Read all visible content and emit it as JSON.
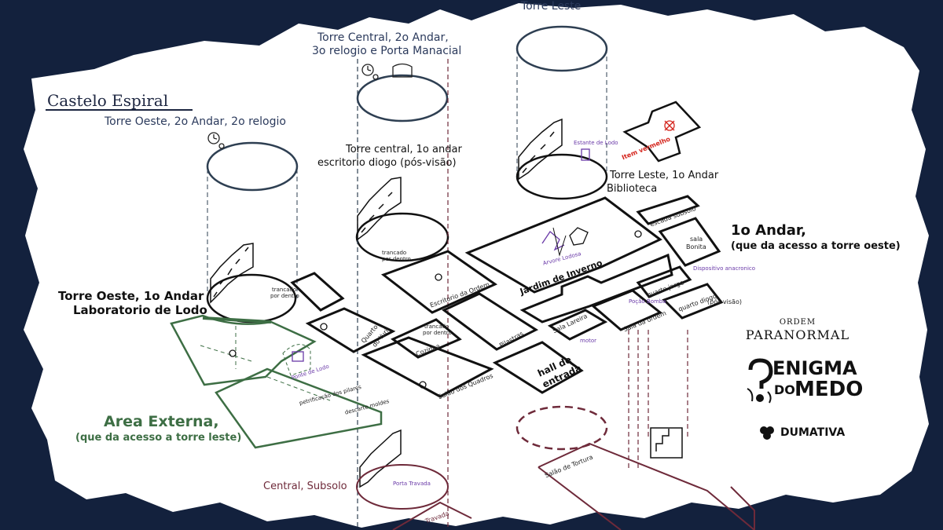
{
  "map_title": "Castelo Espiral",
  "towers": {
    "oeste_2": "Torre Oeste, 2o Andar, 2o relogio",
    "central_2_line1": "Torre Central, 2o Andar,",
    "central_2_line2": "3o relogio e Porta Manacial",
    "leste_top": "Torre Leste",
    "central_1_line1": "Torre central, 1o andar",
    "central_1_line2": "escritorio diogo (pós-visão)",
    "leste_1_line1": "Torre Leste, 1o Andar",
    "leste_1_line2": "Biblioteca",
    "oeste_1_line1": "Torre Oeste, 1o Andar",
    "oeste_1_line2": "Laboratorio de Lodo",
    "central_subsolo": "Central, Subsolo"
  },
  "floor": {
    "title": "1o Andar,",
    "subtitle": "(que da acesso a torre oeste)"
  },
  "external": {
    "title": "Area Externa,",
    "subtitle": "(que da acesso a torre leste)"
  },
  "rooms": {
    "trancado1_a": "trancado",
    "trancado1_b": "por dentro",
    "trancado2_a": "trancado",
    "trancado2_b": "por dentro",
    "trancado3_a": "trancado",
    "trancado3_b": "por dentro",
    "estante": "Estante de Lodo",
    "item_vermelho": "Item vermelho",
    "escada_subsolo": "escada subsolo",
    "sala_bonita_a": "sala",
    "sala_bonita_b": "Bonita",
    "arvore": "Arvore Lodosa",
    "jardim": "Jardim de Inverno",
    "dispositivo": "Dispositivo anacronico",
    "quarto_jorge": "quarto jorge",
    "quarto_diogo_a": "quarto diogo",
    "quarto_diogo_b": "(pós-visão)",
    "escritorio_ordem": "Escritorio da Ordem",
    "quarto_yuri_a": "Quarto",
    "quarto_yuri_b": "do Yuri",
    "cozinha": "Cozinha",
    "pilastras": "Pilastras",
    "sala_lareira": "Sala Lareira",
    "pocao_bomba": "Poção Bomba",
    "sala_ordem": "Sala da ordem",
    "motor": "motor",
    "salao_quadros": "Salão dos Quadros",
    "hall_a": "hall de",
    "hall_b": "entrada",
    "ponte": "Ponte de Lodo",
    "petrificacao": "petrificação dos pilares",
    "descarte": "descarte moldes",
    "porta_travada_a": "Porta Travada",
    "porta_travada_b": "Travada",
    "salao_tortura": "Salão de Tortura"
  },
  "logo": {
    "ordem": "ORDEM",
    "paranormal": "PARANORMAL",
    "enigma": "ENIGMA",
    "do": "DO",
    "medo": "MEDO",
    "dumativa": "DUMATIVA"
  },
  "colors": {
    "background": "#13213d",
    "paper": "#ffffff",
    "ink": "#111111",
    "tower_outline": "#2e3f52",
    "external_green": "#3d6e44",
    "basement_maroon": "#6e2a3a",
    "accent_purple": "#6a3aa8",
    "accent_red": "#d4241c"
  }
}
